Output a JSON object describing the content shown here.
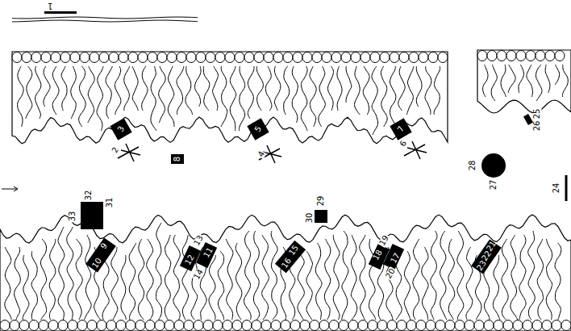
{
  "diagram": {
    "labels": [
      "1",
      "2",
      "3",
      "4",
      "5",
      "6",
      "7",
      "8",
      "9",
      "10",
      "11",
      "12",
      "13",
      "14",
      "15",
      "16",
      "17",
      "18",
      "19",
      "20",
      "21",
      "22",
      "23",
      "24",
      "25",
      "26",
      "27",
      "28",
      "29",
      "30",
      "31",
      "32",
      "33"
    ]
  }
}
